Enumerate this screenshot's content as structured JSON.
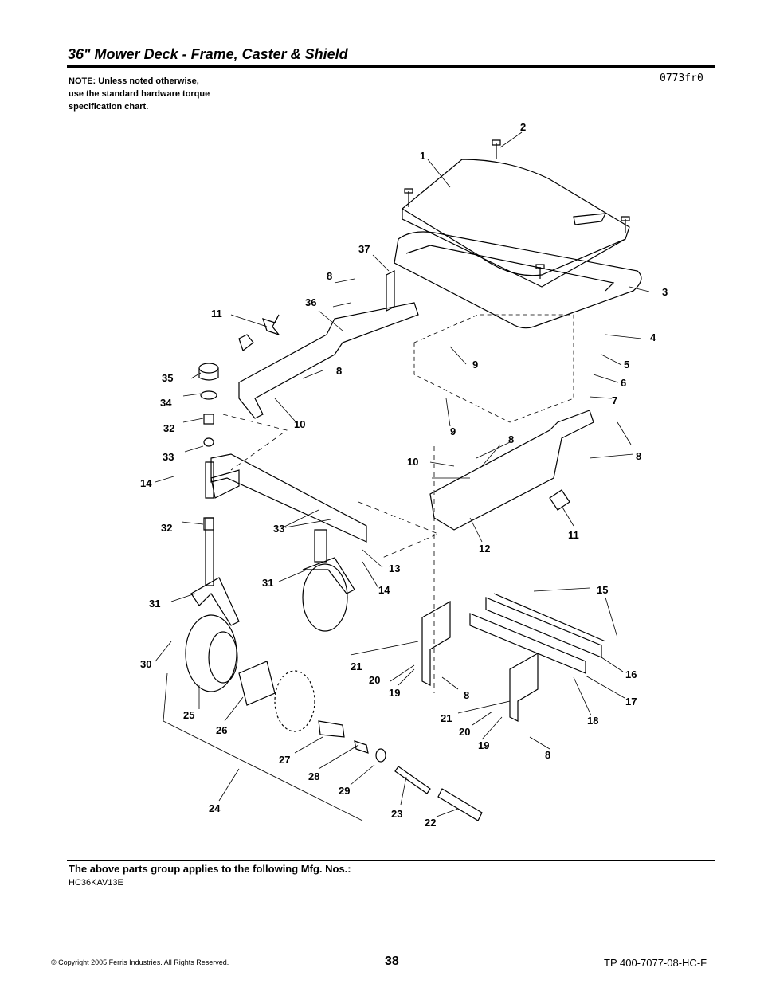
{
  "header": {
    "title": "36\" Mower Deck - Frame, Caster & Shield",
    "note_lines": [
      "NOTE: Unless noted otherwise,",
      "use the standard hardware torque",
      "specification chart."
    ],
    "drawing_code": "0773fr0"
  },
  "callouts": {
    "c1": "1",
    "c2": "2",
    "c3": "3",
    "c4": "4",
    "c5": "5",
    "c6": "6",
    "c7": "7",
    "c8a": "8",
    "c8b": "8",
    "c8c": "8",
    "c8d": "8",
    "c8e": "8",
    "c8f": "8",
    "c9a": "9",
    "c9b": "9",
    "c10a": "10",
    "c10b": "10",
    "c11a": "11",
    "c11b": "11",
    "c12": "12",
    "c13": "13",
    "c14a": "14",
    "c14b": "14",
    "c15": "15",
    "c16": "16",
    "c17": "17",
    "c18": "18",
    "c19a": "19",
    "c19b": "19",
    "c20a": "20",
    "c20b": "20",
    "c21a": "21",
    "c21b": "21",
    "c22": "22",
    "c23": "23",
    "c24": "24",
    "c25": "25",
    "c26": "26",
    "c27": "27",
    "c28": "28",
    "c29": "29",
    "c30": "30",
    "c31a": "31",
    "c31b": "31",
    "c32a": "32",
    "c32b": "32",
    "c33a": "33",
    "c33b": "33",
    "c34": "34",
    "c35": "35",
    "c36": "36",
    "c37": "37"
  },
  "footer": {
    "applies_heading": "The above parts group applies to the following Mfg. Nos.:",
    "mfg_number": "HC36KAV13E",
    "copyright": "© Copyright  2005 Ferris Industries. All Rights Reserved.",
    "page_number": "38",
    "doc_number": "TP 400-7077-08-HC-F"
  }
}
